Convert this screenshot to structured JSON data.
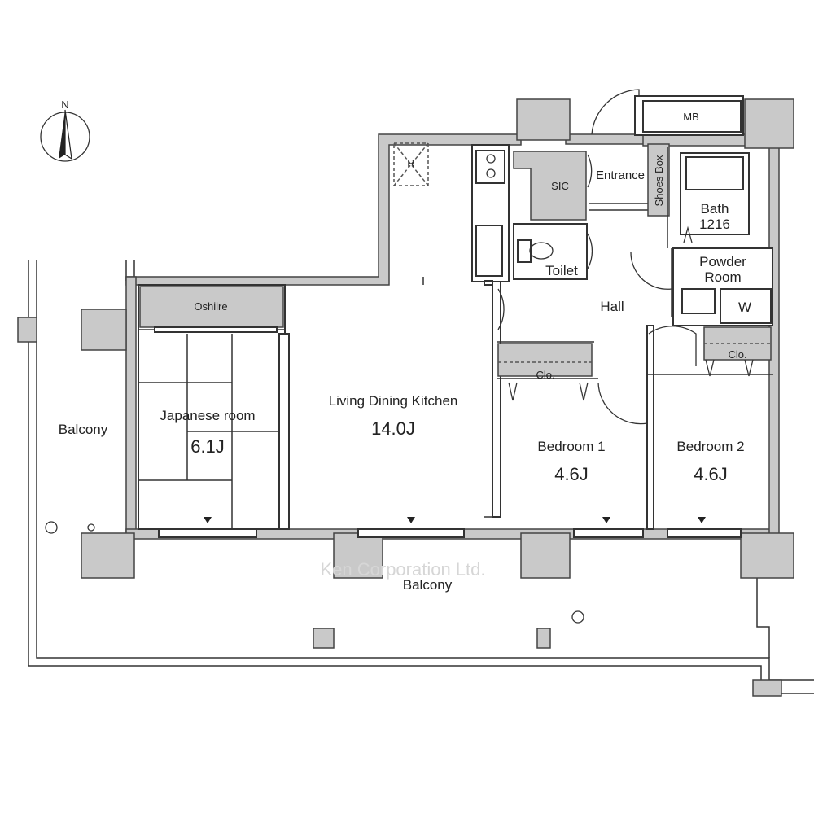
{
  "compass": {
    "label": "N"
  },
  "rooms": {
    "oshiire": "Oshiire",
    "japanese_room": {
      "name": "Japanese room",
      "size": "6.1J"
    },
    "ldk": {
      "name": "Living Dining Kitchen",
      "size": "14.0J"
    },
    "bedroom1": {
      "name": "Bedroom 1",
      "size": "4.6J"
    },
    "bedroom2": {
      "name": "Bedroom 2",
      "size": "4.6J"
    },
    "balcony_left": "Balcony",
    "balcony_bottom": "Balcony",
    "hall": "Hall",
    "toilet": "Toilet",
    "sic": "SIC",
    "entrance": "Entrance",
    "shoes_box": "Shoes Box",
    "mb": "MB",
    "bath": {
      "name": "Bath",
      "size": "1216"
    },
    "powder_room": {
      "line1": "Powder",
      "line2": "Room"
    },
    "washer": "W",
    "closet1": "Clo.",
    "closet2": "Clo.",
    "refrigerator": "R"
  },
  "watermark": "Ken Corporation Ltd.",
  "colors": {
    "wall": "#c9c9c9",
    "line": "#333333"
  }
}
